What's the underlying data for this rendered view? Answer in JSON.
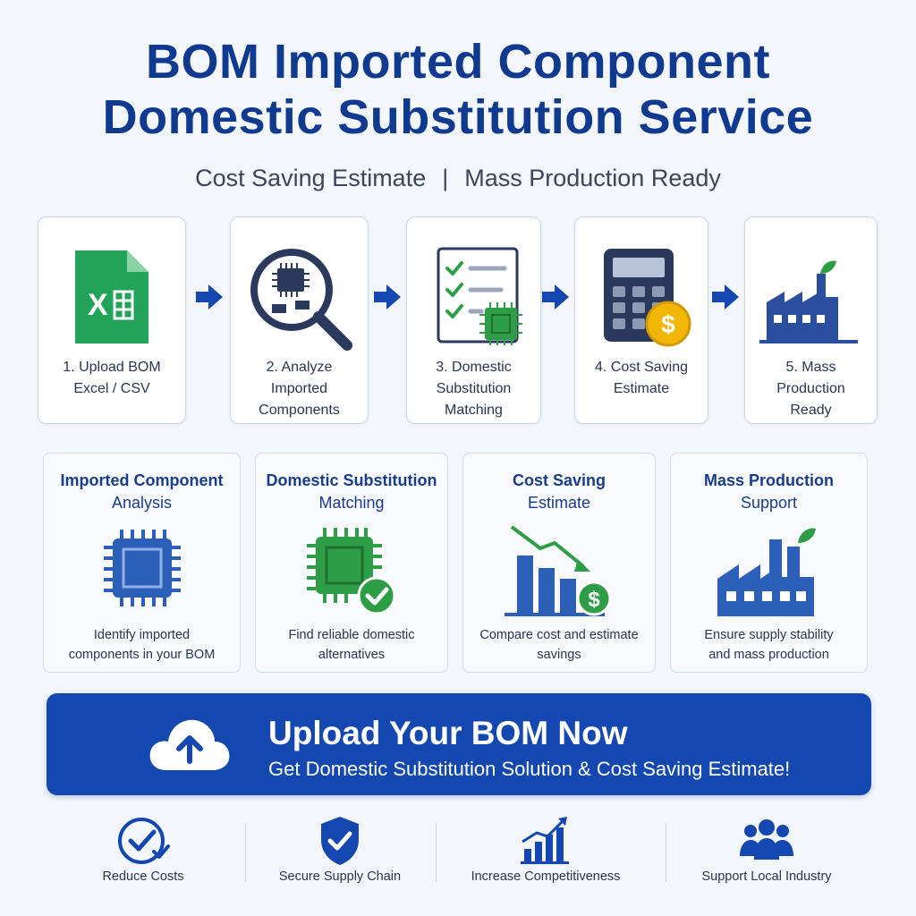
{
  "header": {
    "title_line1": "BOM Imported Component",
    "title_line2": "Domestic Substitution Service",
    "subtitle_left": "Cost Saving Estimate",
    "subtitle_sep": "|",
    "subtitle_right": "Mass Production Ready"
  },
  "steps": [
    {
      "line1": "1. Upload BOM",
      "line2": "Excel / CSV",
      "line3": "",
      "icon": "excel-file-icon"
    },
    {
      "line1": "2. Analyze Imported",
      "line2": "Components",
      "line3": "",
      "icon": "magnifier-chip-icon"
    },
    {
      "line1": "3. Domestic",
      "line2": "Substitution",
      "line3": "Matching",
      "icon": "checklist-chip-icon"
    },
    {
      "line1": "4. Cost Saving",
      "line2": "Estimate",
      "line3": "",
      "icon": "calculator-coin-icon"
    },
    {
      "line1": "5. Mass Production",
      "line2": "Ready",
      "line3": "",
      "icon": "factory-icon"
    }
  ],
  "features": [
    {
      "title": "Imported Component",
      "subtitle": "Analysis",
      "desc1": "Identify imported",
      "desc2": "components in your BOM",
      "icon": "chip-icon"
    },
    {
      "title": "Domestic Substitution",
      "subtitle": "Matching",
      "desc1": "Find reliable domestic",
      "desc2": "alternatives",
      "icon": "chip-check-icon"
    },
    {
      "title": "Cost Saving",
      "subtitle": "Estimate",
      "desc1": "Compare cost and estimate",
      "desc2": "savings",
      "icon": "cost-down-chart-icon"
    },
    {
      "title": "Mass Production",
      "subtitle": "Support",
      "desc1": "Ensure supply stability",
      "desc2": "and mass production",
      "icon": "factory-icon"
    }
  ],
  "cta": {
    "title": "Upload Your BOM Now",
    "subtitle": "Get Domestic Substitution Solution & Cost Saving Estimate!",
    "icon": "cloud-upload-icon"
  },
  "benefits": [
    {
      "label": "Reduce Costs",
      "icon": "check-badge-icon"
    },
    {
      "label": "Secure Supply Chain",
      "icon": "shield-check-icon"
    },
    {
      "label": "Increase Competitiveness",
      "icon": "growth-chart-icon"
    },
    {
      "label": "Support Local Industry",
      "icon": "people-icon"
    }
  ],
  "colors": {
    "primary": "#1448b0",
    "title": "#0f3a8f",
    "green": "#2e9e46",
    "gold": "#f2b705",
    "navy": "#2b3a5c"
  }
}
